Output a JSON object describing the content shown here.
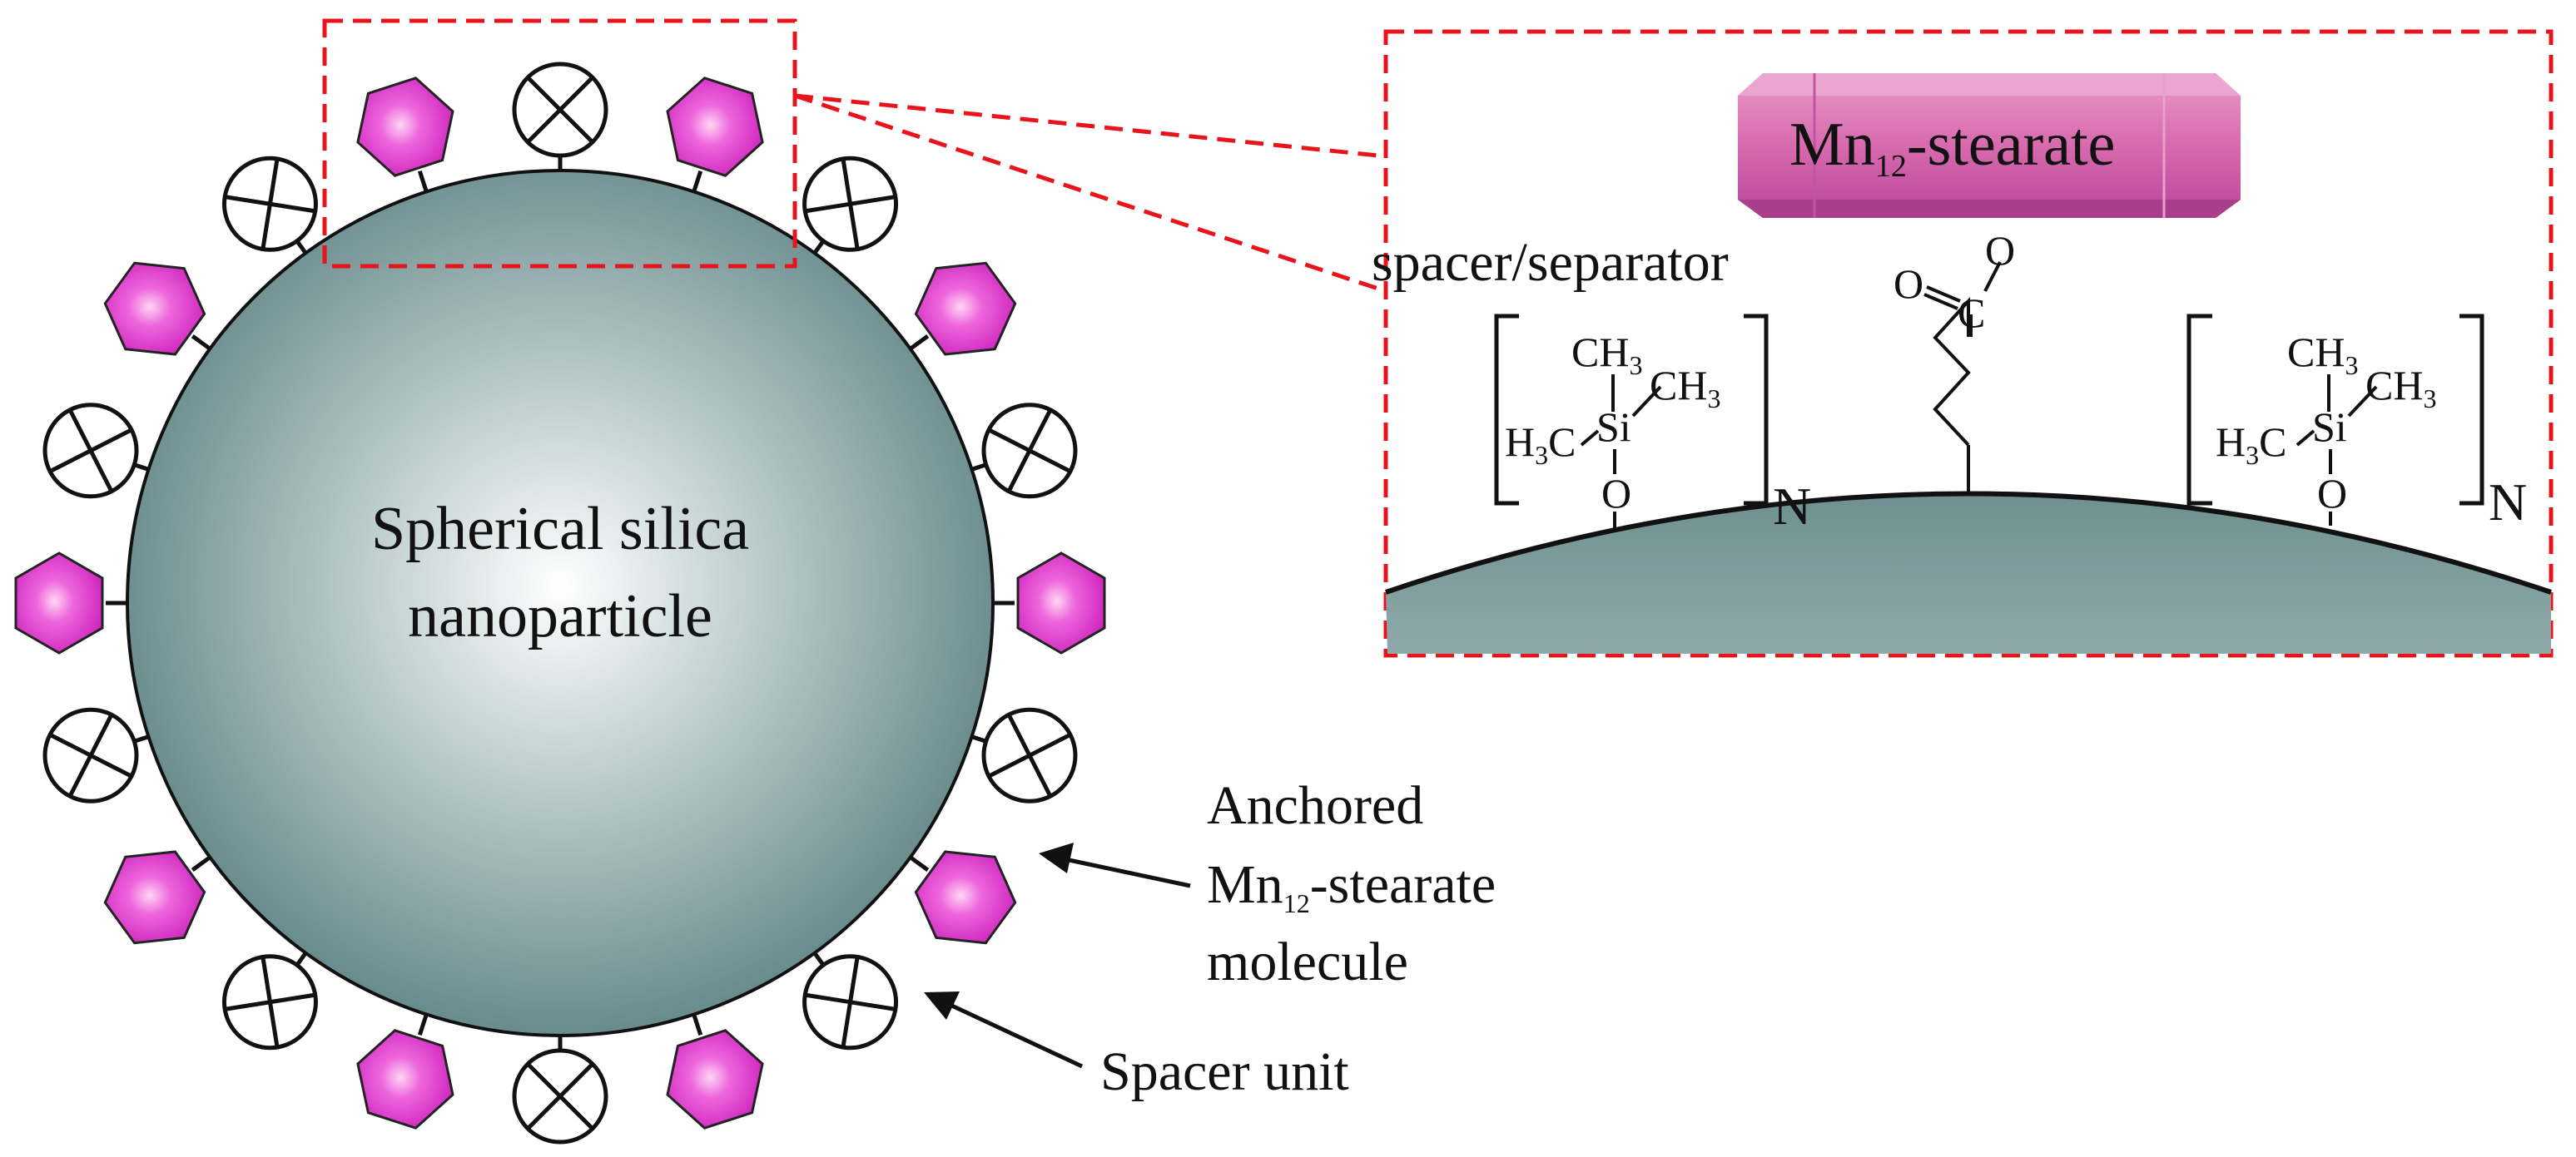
{
  "colors": {
    "particle_center": "#ffffff",
    "particle_edge": "#5f8485",
    "hexagon_center": "#ffd6f3",
    "hexagon_edge": "#cc22bb",
    "callout_dash": "#e8141c",
    "cluster_fill": "#d86aae"
  },
  "icons": {
    "hexagon": "anchored-molecule-hexagon",
    "spacer": "spacer-circle-with-cross"
  },
  "particle": {
    "label_line1": "Spherical silica",
    "label_line2": "nanoparticle"
  },
  "legend": {
    "anchored_line1": "Anchored",
    "anchored_line2_main": "Mn",
    "anchored_line2_sub": "12",
    "anchored_line2_rest": "-stearate",
    "anchored_line3": "molecule",
    "spacer": "Spacer unit"
  },
  "inset": {
    "cluster_main": "Mn",
    "cluster_sub": "12",
    "cluster_rest": "-stearate",
    "spacer_title": "spacer/separator",
    "carboxyl_o_top": "O",
    "carboxyl_o_left": "O",
    "carboxyl_c": "C",
    "ch3": "CH",
    "sub3": "3",
    "h3c_h": "H",
    "h3c_c": "C",
    "si": "Si",
    "o": "O",
    "n": "N"
  }
}
